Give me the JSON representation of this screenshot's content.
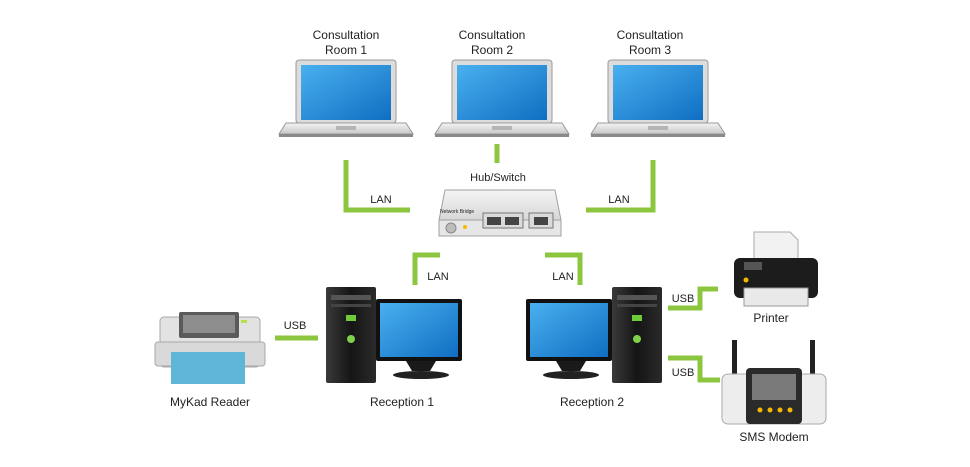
{
  "devices": {
    "room1": {
      "line1": "Consultation",
      "line2": "Room 1"
    },
    "room2": {
      "line1": "Consultation",
      "line2": "Room 2"
    },
    "room3": {
      "line1": "Consultation",
      "line2": "Room 3"
    },
    "hub": {
      "label": "Hub/Switch",
      "brand": "Network Bridge"
    },
    "reception1": {
      "label": "Reception 1"
    },
    "reception2": {
      "label": "Reception 2"
    },
    "mykad": {
      "label": "MyKad Reader"
    },
    "printer": {
      "label": "Printer"
    },
    "sms": {
      "label": "SMS Modem"
    }
  },
  "connections": {
    "lan_left": "LAN",
    "lan_right": "LAN",
    "lan_rec1": "LAN",
    "lan_rec2": "LAN",
    "usb_mykad": "USB",
    "usb_printer": "USB",
    "usb_sms": "USB"
  },
  "colors": {
    "link": "#8cc63f",
    "screen": "#1e7fd0",
    "body": "#1a1a1a"
  }
}
